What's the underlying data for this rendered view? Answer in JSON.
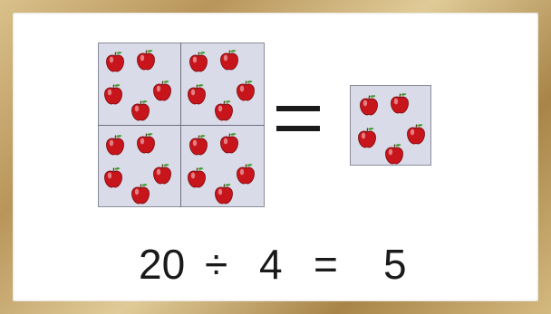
{
  "equation": {
    "dividend": "20",
    "operator": "÷",
    "divisor": "4",
    "equals": "=",
    "quotient": "5"
  },
  "icons": {
    "apple": "apple-icon",
    "equals": "equals-sign-icon"
  },
  "colors": {
    "apple": "#c8141b",
    "leaf": "#3f9b2a",
    "box_fill": "#d9dbe8",
    "frame": "#c8a96a",
    "text": "#1a1a1a"
  },
  "groups": {
    "total_apples": 20,
    "group_count": 4,
    "apples_per_group": 5
  }
}
